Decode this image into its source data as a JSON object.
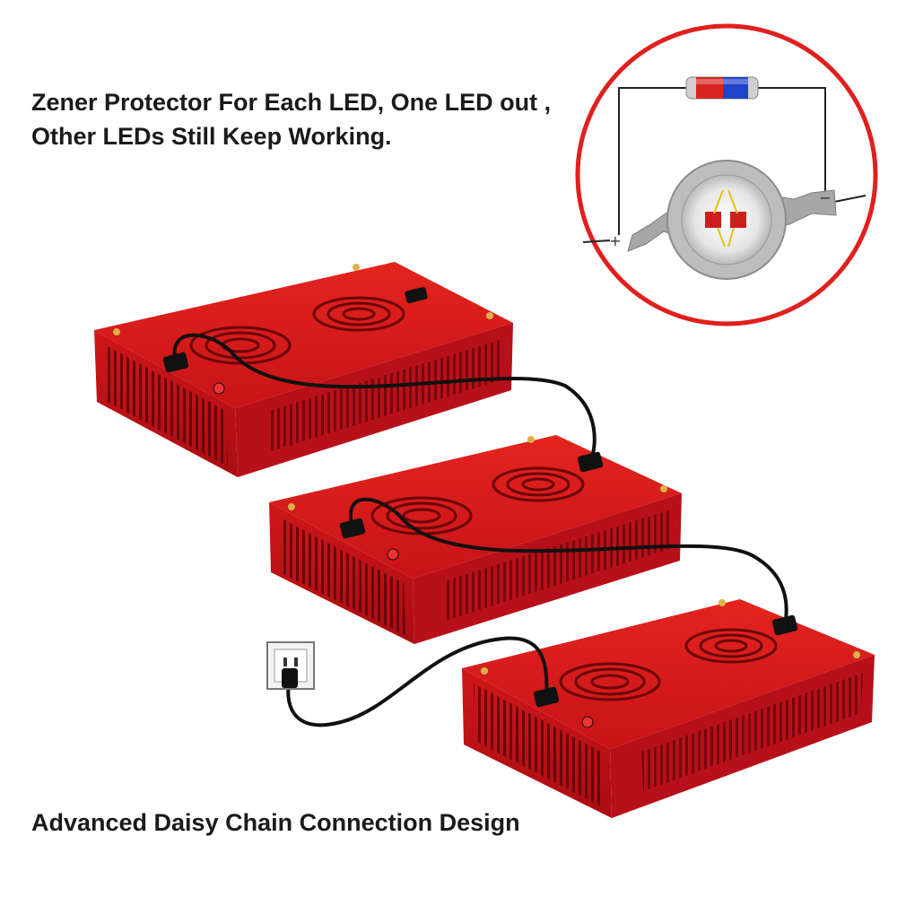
{
  "headline": {
    "line1": "Zener Protector For Each LED, One LED out ,",
    "line2": "Other LEDs Still Keep Working."
  },
  "footer": {
    "text": "Advanced Daisy Chain Connection Design"
  },
  "diagram": {
    "plus_label": "+",
    "minus_label": "−",
    "ring_color": "#e0201e",
    "housing_color": "#d8161a",
    "cable_color": "#111111"
  },
  "scene": {
    "panels": [
      {
        "name": "grow-light-1"
      },
      {
        "name": "grow-light-2"
      },
      {
        "name": "grow-light-3"
      }
    ],
    "outlet_icon": "wall-outlet-icon"
  }
}
